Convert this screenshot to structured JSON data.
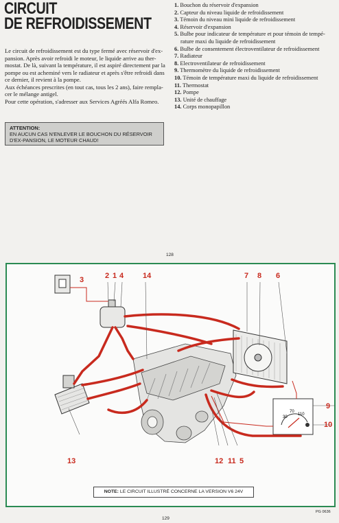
{
  "page": {
    "title_line1": "CIRCUIT",
    "title_line2": "DE REFROIDISSEMENT",
    "intro": [
      "Le circuit de refroidissement est du type fermé avec réservoir d'ex-pansion. Après avoir refroidi le moteur, le liquide arrive au ther-mostat. De là, suivant la température, il est aspiré directement par la pompe ou est acheminé vers le radiateur et après s'être refroidi dans ce dernier, il revient à la pompe.",
      "Aux échéances prescrites (en tout cas, tous les 2 ans), faire rempla-cer le mélange antigel.",
      "Pour cette opération, s'adresser aux Services Agréés Alfa Romeo."
    ],
    "attention_title": "ATTENTION:",
    "attention_text": "EN AUCUN CAS N'ENLEVER LE BOUCHON DU RÉSERVOIR D'EX-PANSION, LE MOTEUR CHAUD!",
    "page_number_top": "128",
    "page_number_bottom": "129",
    "figure_code": "PG 0636"
  },
  "legend": [
    {
      "num": "1.",
      "text": "Bouchon du réservoir d'expansion"
    },
    {
      "num": "2.",
      "text": "Capteur du niveau liquide de refroidissement"
    },
    {
      "num": "3.",
      "text": "Témoin du niveau mini liquide de refroidissement"
    },
    {
      "num": "4.",
      "text": "Réservoir d'expansion"
    },
    {
      "num": "5.",
      "text": "Bulbe pour indicateur de température et pour témoin de tempé-rature maxi du liquide de refroidissement"
    },
    {
      "num": "6.",
      "text": "Bulbe de consentement électroventilateur de refroidissement"
    },
    {
      "num": "7.",
      "text": "Radiateur"
    },
    {
      "num": "8.",
      "text": "Electroventilateur de refroidissement"
    },
    {
      "num": "9.",
      "text": "Thermomètre du liquide de refroidissement"
    },
    {
      "num": "10.",
      "text": "Témoin de température maxi du liquide de refroidissement"
    },
    {
      "num": "11.",
      "text": "Thermostat"
    },
    {
      "num": "12.",
      "text": "Pompe"
    },
    {
      "num": "13.",
      "text": "Unité de chauffage"
    },
    {
      "num": "14.",
      "text": "Corps monopapillon"
    }
  ],
  "diagram": {
    "callouts": [
      "2",
      "1",
      "4",
      "14",
      "7",
      "8",
      "6",
      "3",
      "9",
      "10",
      "13",
      "12",
      "11",
      "5"
    ],
    "gauge_marks": [
      "30",
      "70",
      "110"
    ],
    "accent_color": "#c82a1e",
    "frame_color": "#2a8a52",
    "note_label": "NOTE:",
    "note_text": "LE CIRCUIT ILLUSTRÉ CONCERNE LA VERSION V6 24V"
  }
}
